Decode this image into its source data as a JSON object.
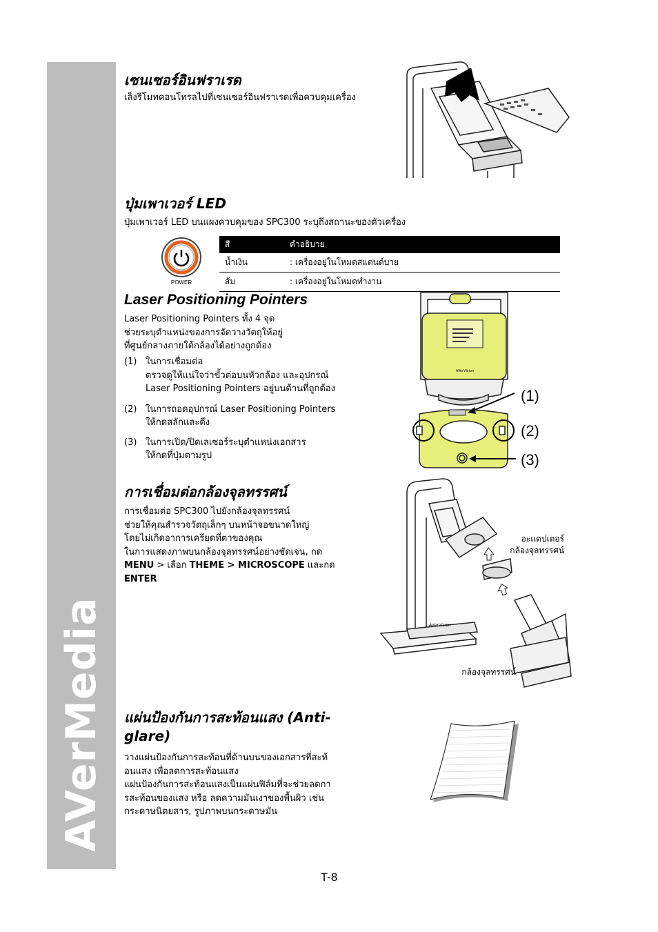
{
  "brand": "AVerMedia",
  "sections": {
    "infrared": {
      "title": "เซนเซอร์อินฟราเรด",
      "body": "เล็งรีโมทคอนโทรลไปที่เซนเซอร์อินฟราเรดเพื่อควบคุมเครื่อง"
    },
    "power_led": {
      "title": "ปุ่มเพาเวอร์ LED",
      "body": "ปุ่มเพาเวอร์ LED บนแผงควบคุมของ SPC300 ระบุถึงสถานะของตัวเครื่อง",
      "power_label": "POWER",
      "table": {
        "headers": [
          "สี",
          "คำอธิบาย"
        ],
        "rows": [
          [
            "น้ำเงิน",
            ": เครื่องอยู่ในโหมดสแตนด์บาย"
          ],
          [
            "ส้ม",
            ": เครื่องอยู่ในโหมดทำงาน"
          ]
        ]
      }
    },
    "laser": {
      "title": "Laser Positioning Pointers",
      "intro": [
        "Laser Positioning Pointers ทั้ง 4 จุด",
        "ช่วยระบุตำแหน่งของการจัดวางวัตถุให้อยู่",
        "ที่ศูนย์กลางภายใต้กล้องได้อย่างถูกต้อง"
      ],
      "items": [
        {
          "num": "(1)",
          "lines": [
            "ในการเชื่อมต่อ",
            "ตรวจดูให้แน่ใจว่าขั้วต่อบนหัวกล้อง และอุปกรณ์",
            "Laser Positioning Pointers อยู่บนด้านที่ถูกต้อง"
          ]
        },
        {
          "num": "(2)",
          "lines": [
            "ในการถอดอุปกรณ์ Laser Positioning Pointers",
            "ให้กดสลักและดึง"
          ]
        },
        {
          "num": "(3)",
          "lines": [
            "ในการเปิด/ปิดเลเซอร์ระบุตำแหน่งเอกสาร",
            "ให้กดที่ปุ่มตามรูป"
          ]
        }
      ],
      "callouts": [
        "(1)",
        "(2)",
        "(3)"
      ],
      "device_label": "AVerVision"
    },
    "microscope": {
      "title": "การเชื่อมต่อกล้องจุลทรรศน์",
      "lines": [
        "การเชื่อมต่อ SPC300 ไปยังกล้องจุลทรรศน์",
        "ช่วยให้คุณสำรวจวัตถุเล็กๆ บนหน้าจอขนาดใหญ่",
        "โดยไม่เกิดอาการเครียดที่ตาของคุณ",
        "ในการแสดงภาพบนกล้องจุลทรรศน์อย่างชัดเจน, กด"
      ],
      "menu_line": {
        "k1": "MENU",
        "t1": " > เลือก ",
        "k2": "THEME > MICROSCOPE",
        "t2": " และกด"
      },
      "enter": "ENTER",
      "adapter_label": [
        "อะแดปเตอร์",
        "กล้องจุลทรรศน์"
      ],
      "microscope_label": "กล้องจุลทรรศน์",
      "camera_brand": "AVerVision"
    },
    "antiglare": {
      "title": [
        "แผ่นป้องกันการสะท้อนแสง (Anti-",
        "glare)"
      ],
      "lines": [
        "วางแผ่นป้องกันการสะท้อนที่ด้านบนของเอกสารที่สะท้",
        "อนแสง เพื่อลดการสะท้อนแสง",
        "แผ่นป้องกันการสะท้อนแสงเป็นแผ่นฟิล์มที่จะช่วยลดกา",
        "รสะท้อนของแสง หรือ ลดความมันเงาของพื้นผิว เช่น",
        "กระดาษนิตยสาร, รูปภาพบนกระดาษมัน"
      ]
    }
  },
  "page_number": "T-8",
  "colors": {
    "sidebar": "#bdbdbd",
    "highlight": "#e6ef7a",
    "led_ring": "#e0631f"
  }
}
